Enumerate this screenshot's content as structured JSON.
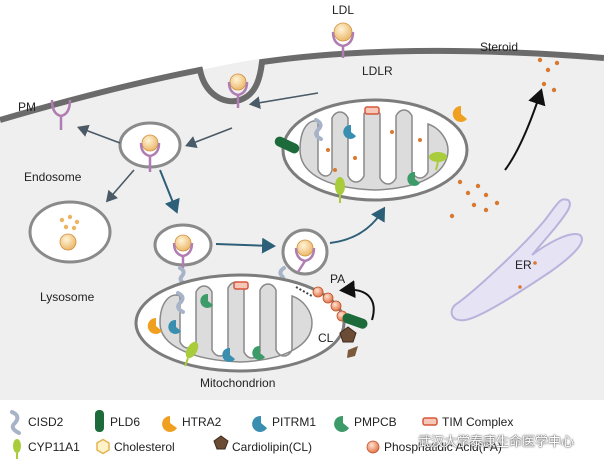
{
  "labels": {
    "ldl": "LDL",
    "ldlr": "LDLR",
    "steroid": "Steroid",
    "pm": "PM",
    "endosome": "Endosome",
    "lysosome": "Lysosome",
    "er": "ER",
    "pa": "PA",
    "cl": "CL",
    "mitochondrion": "Mitochondrion"
  },
  "legend": [
    {
      "icon": "cisd2-icon",
      "label": "CISD2"
    },
    {
      "icon": "pld6-icon",
      "label": "PLD6"
    },
    {
      "icon": "htra2-icon",
      "label": "HTRA2"
    },
    {
      "icon": "pitrm1-icon",
      "label": "PITRM1"
    },
    {
      "icon": "pmpcb-icon",
      "label": "PMPCB"
    },
    {
      "icon": "tim-complex-icon",
      "label": "TIM Complex"
    },
    {
      "icon": "cyp11a1-icon",
      "label": "CYP11A1"
    },
    {
      "icon": "cholesterol-icon",
      "label": "Cholesterol"
    },
    {
      "icon": "cardiolipin-icon",
      "label": "Cardiolipin(CL)"
    },
    {
      "icon": "phosphatidic-acid-icon",
      "label": "Phosphatidic Acid(PA)"
    }
  ],
  "watermark": "武汉大学泰康生命医学中心",
  "colors": {
    "membrane": "#6b6b6b",
    "cell": "#efefef",
    "arrow": "#2e5f78",
    "receptor": "#b07db2",
    "cholesterol": "#f1c27a",
    "pld6": "#1d6b3a",
    "htra2": "#f0a020",
    "pitrm1": "#3a8fb0",
    "pmpcb": "#3d9b6a",
    "cyp11a1": "#a9cc3c",
    "steroid": "#d9782f",
    "er": "#e6e3f5"
  }
}
